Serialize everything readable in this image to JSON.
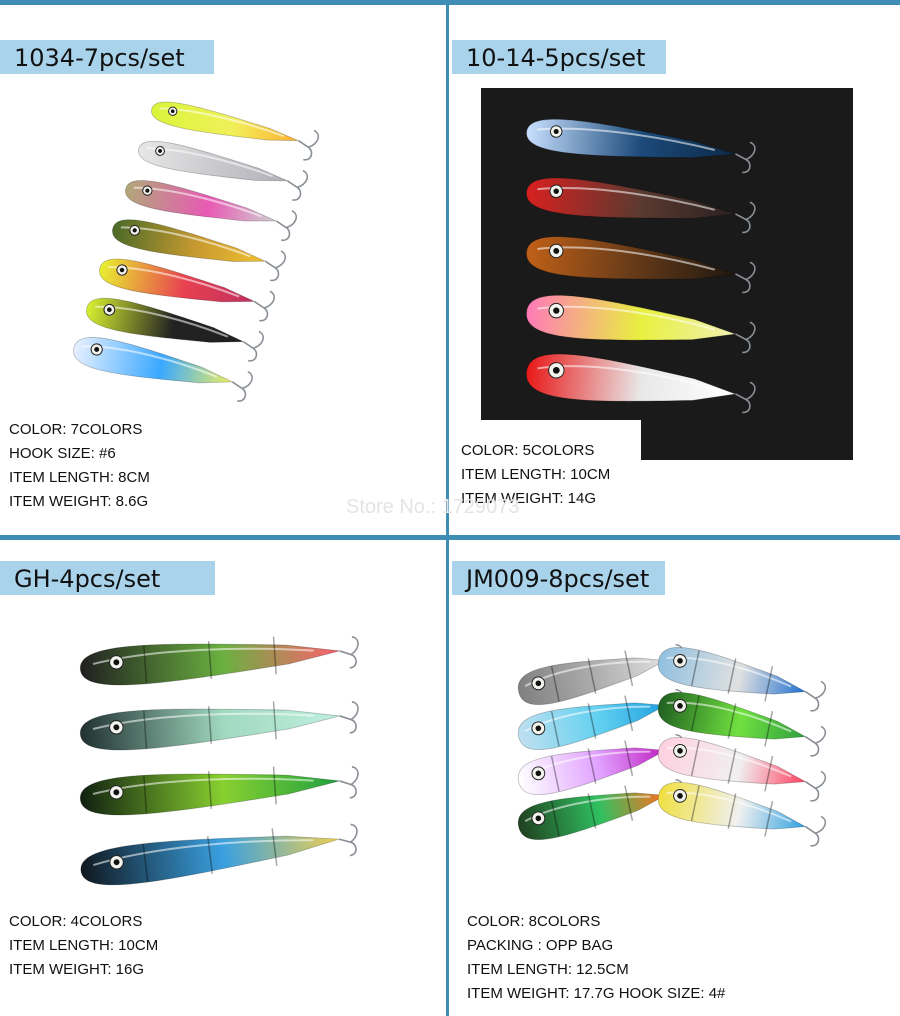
{
  "colors": {
    "accent_bar": "#a9d3ea",
    "divider": "#3f8db5",
    "dark_bg": "#1a1a1a"
  },
  "watermark": "Store No.: 1729073",
  "panels": [
    {
      "title": "1034-7pcs/set",
      "specs": [
        "COLOR: 7COLORS",
        "HOOK SIZE: #6",
        "ITEM LENGTH: 8CM",
        "ITEM WEIGHT: 8.6G"
      ]
    },
    {
      "title": "10-14-5pcs/set",
      "specs": [
        "COLOR: 5COLORS",
        "ITEM LENGTH: 10CM",
        "ITEM WEIGHT: 14G"
      ]
    },
    {
      "title": "GH-4pcs/set",
      "specs": [
        "COLOR: 4COLORS",
        "ITEM LENGTH: 10CM",
        "ITEM WEIGHT: 16G"
      ]
    },
    {
      "title": "JM009-8pcs/set",
      "specs": [
        "COLOR: 8COLORS",
        "PACKING : OPP BAG",
        "ITEM LENGTH: 12.5CM",
        "ITEM WEIGHT: 17.7G  HOOK SIZE: 4#"
      ]
    }
  ]
}
